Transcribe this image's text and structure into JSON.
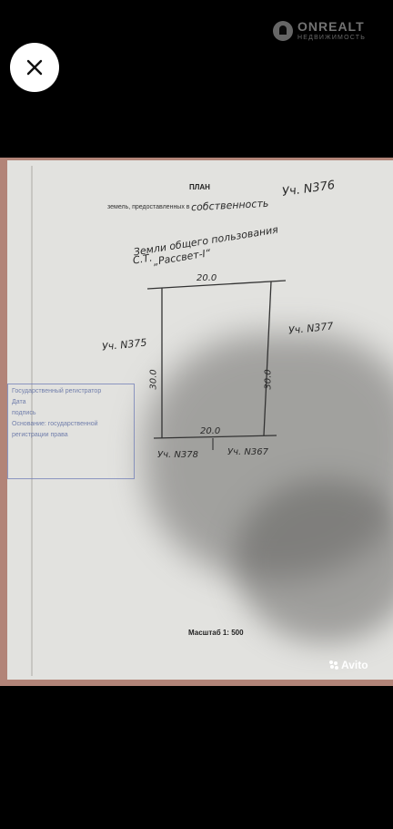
{
  "toolbar": {
    "close_icon": "close-icon"
  },
  "watermark": {
    "title": "ONREALT",
    "subtitle": "НЕДВИЖИМОСТЬ"
  },
  "document": {
    "title": "ПЛАН",
    "subtitle_printed": "земель, предоставленных в",
    "subtitle_handwritten": "собственность",
    "parcel": "Уч. N376",
    "common_land_line1": "Земли общего пользования",
    "common_land_line2": "С.Т.",
    "common_land_line3": "„Рассвет-I“",
    "top_dim": "20.0",
    "bottom_dim": "20.0",
    "left_dim": "30.0",
    "right_dim": "30.0",
    "left_neighbor": "Уч. N375",
    "right_neighbor": "Уч. N377",
    "bottom_left_neighbor": "Уч. N378",
    "bottom_right_neighbor": "Уч. N367",
    "scale_text": "Масштаб 1: 500"
  },
  "stamp": {
    "lines": [
      "Государственный регистратор",
      "Дата",
      "подпись",
      "Основание: государственной",
      "регистрации права"
    ]
  },
  "avito": {
    "label": "Avito"
  }
}
